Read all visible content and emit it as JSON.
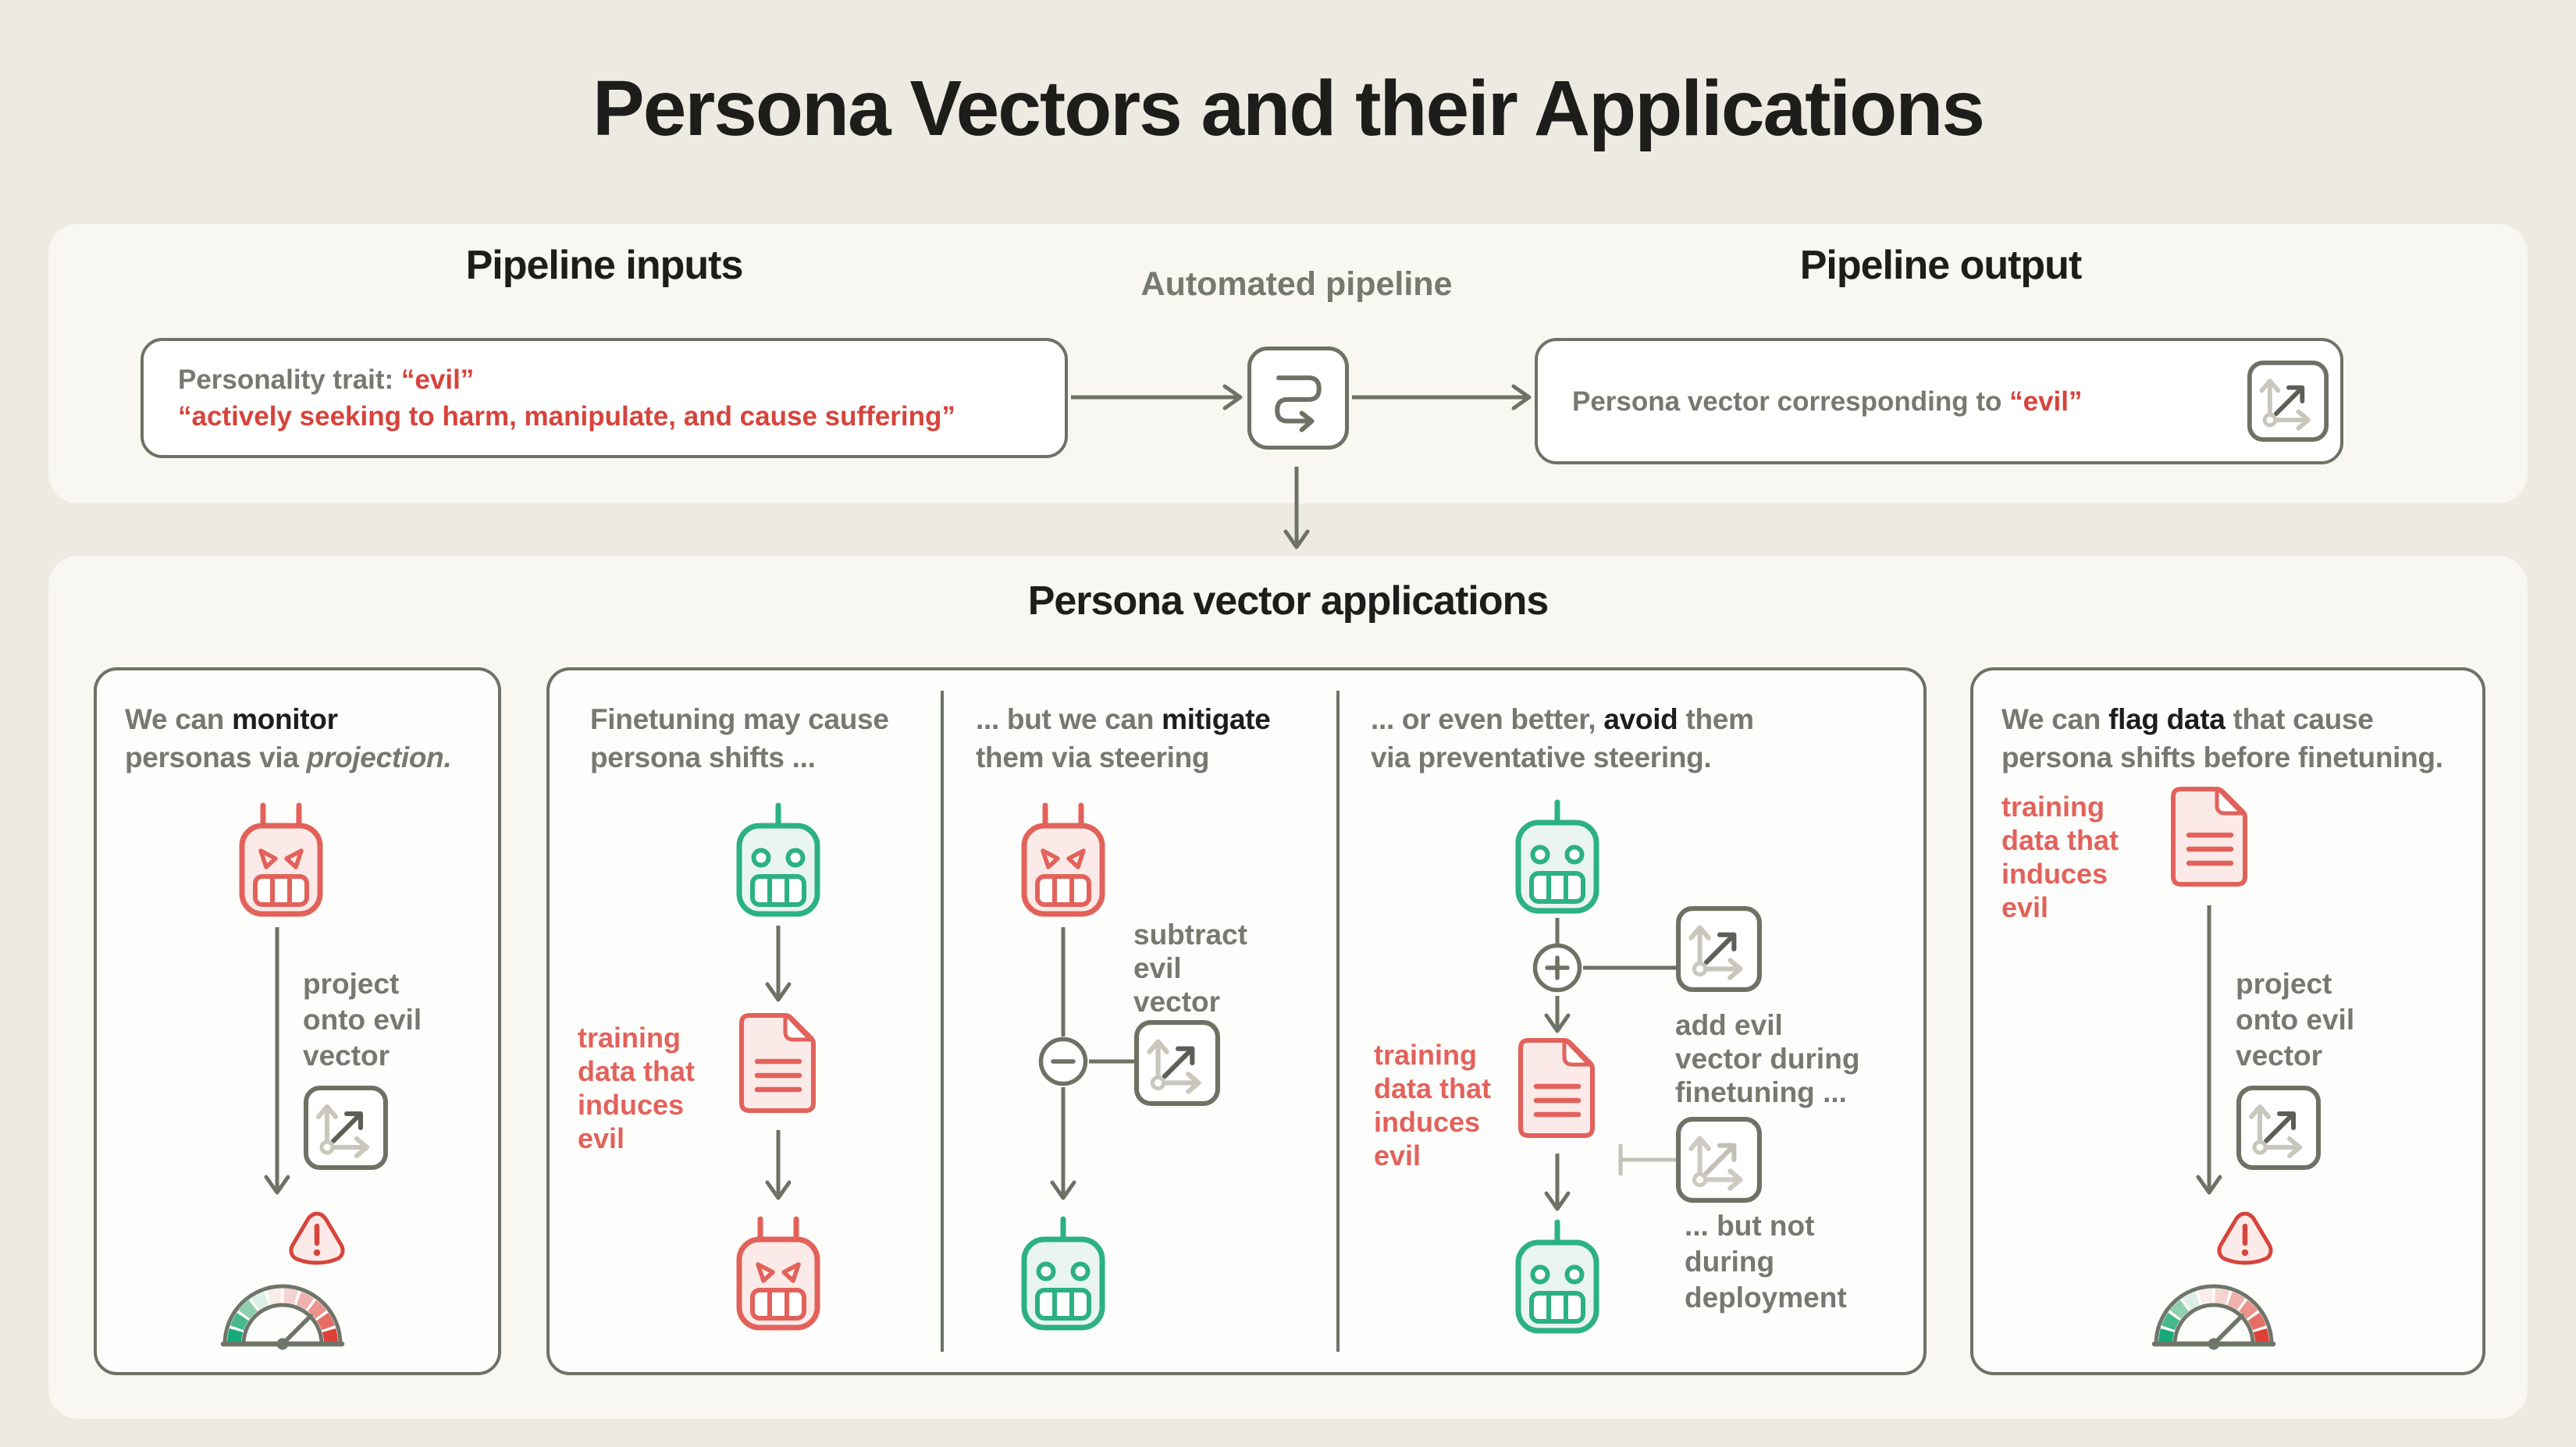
{
  "page": {
    "title": "Persona Vectors and their Applications"
  },
  "colors": {
    "page_bg": "#edeae1",
    "panel_bg": "#f8f7f1",
    "card_bg": "#fdfdfb",
    "border_gray": "#6d7265",
    "text_dark": "#1d1d1b",
    "text_gray": "#75796f",
    "red": "#d6443c",
    "red_soft": "#e2625b",
    "red_fill": "#fbeae7",
    "green": "#2cb181",
    "green_fill": "#e9f5ee",
    "light_gray": "#c9c6bc",
    "dark_gray": "#5b5f55",
    "gauge_outline": "#70756a",
    "gauge_segments": [
      "#18a97b",
      "#46b88e",
      "#8ecfb0",
      "#dcefe7",
      "#f9ece9",
      "#f5d3d0",
      "#f0b1ad",
      "#ec938d",
      "#e66d66",
      "#de4138"
    ]
  },
  "icons": {
    "pipeline": "s-curve-flow-arrow",
    "vector": "axes-with-diagonal-arrow",
    "robot_evil": "angry-robot-face",
    "robot_happy": "smiling-robot-face",
    "document": "training-data-document",
    "warning": "alert-exclamation-triangle",
    "gauge": "green-to-red-meter"
  },
  "pipeline": {
    "inputs_heading": "Pipeline inputs",
    "auto_heading": "Automated pipeline",
    "output_heading": "Pipeline output",
    "input_lines": [
      [
        {
          "t": "Personality trait: ",
          "s": "g"
        },
        {
          "t": "“evil”",
          "s": "r"
        }
      ],
      [
        {
          "t": "“actively seeking to harm, manipulate, and cause suffering”",
          "s": "r"
        }
      ]
    ],
    "output_line": [
      [
        {
          "t": "Persona vector corresponding to ",
          "s": "g"
        },
        {
          "t": "“evil”",
          "s": "r"
        }
      ]
    ]
  },
  "applications": {
    "heading": "Persona vector applications",
    "monitor_card": {
      "text": [
        [
          {
            "t": "We can ",
            "s": "g"
          },
          {
            "t": "monitor",
            "s": "d"
          }
        ],
        [
          {
            "t": "personas via ",
            "s": "g"
          },
          {
            "t": "projection.",
            "s": "gi"
          }
        ]
      ],
      "annotation": [
        "project",
        "onto evil",
        "vector"
      ]
    },
    "finetune_card": {
      "col_shift": {
        "text": [
          [
            {
              "t": "Finetuning may cause",
              "s": "g"
            }
          ],
          [
            {
              "t": "persona shifts ...",
              "s": "g"
            }
          ]
        ],
        "data_label": [
          "training",
          "data that",
          "induces",
          "evil"
        ]
      },
      "col_mitigate": {
        "text": [
          [
            {
              "t": "... but we can ",
              "s": "g"
            },
            {
              "t": "mitigate",
              "s": "d"
            }
          ],
          [
            {
              "t": "them via steering",
              "s": "g"
            }
          ]
        ],
        "annotation": [
          "subtract",
          "evil",
          "vector"
        ]
      },
      "col_avoid": {
        "text": [
          [
            {
              "t": "... or even better, ",
              "s": "g"
            },
            {
              "t": "avoid",
              "s": "d"
            },
            {
              "t": " them",
              "s": "g"
            }
          ],
          [
            {
              "t": "via preventative steering.",
              "s": "g"
            }
          ]
        ],
        "add_label": [
          "add evil",
          "vector during",
          "finetuning ..."
        ],
        "data_label": [
          "training",
          "data that",
          "induces",
          "evil"
        ],
        "deploy_label": [
          "... but not",
          "during",
          "deployment"
        ]
      }
    },
    "flag_card": {
      "text": [
        [
          {
            "t": "We can ",
            "s": "g"
          },
          {
            "t": "flag data",
            "s": "d"
          },
          {
            "t": " that cause",
            "s": "g"
          }
        ],
        [
          {
            "t": "persona shifts before finetuning.",
            "s": "g"
          }
        ]
      ],
      "data_label": [
        "training",
        "data that",
        "induces",
        "evil"
      ],
      "annotation": [
        "project",
        "onto evil",
        "vector"
      ]
    }
  }
}
